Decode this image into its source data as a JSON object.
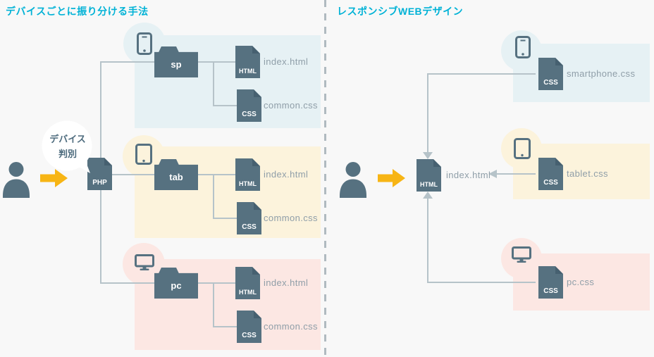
{
  "colors": {
    "title_accent": "#00b2d6",
    "slate": "#567180",
    "bg_blue": "#e6f1f4",
    "bg_cream": "#fcf3dc",
    "bg_pink": "#fce7e3",
    "arrow_yellow": "#f7b515",
    "connector_line": "#b6c3c9",
    "file_label": "#8f9ea8"
  },
  "left": {
    "title": "デバイスごとに振り分ける手法",
    "user_icon": "user-icon",
    "flow_arrow_icon": "arrow-right-icon",
    "bubble": {
      "line1": "デバイス",
      "line2": "判別"
    },
    "router_file": {
      "type": "PHP"
    },
    "groups": [
      {
        "device_icon": "smartphone-icon",
        "folder": "sp",
        "files": [
          {
            "type": "HTML",
            "name": "index.html"
          },
          {
            "type": "CSS",
            "name": "common.css"
          }
        ]
      },
      {
        "device_icon": "tablet-icon",
        "folder": "tab",
        "files": [
          {
            "type": "HTML",
            "name": "index.html"
          },
          {
            "type": "CSS",
            "name": "common.css"
          }
        ]
      },
      {
        "device_icon": "desktop-icon",
        "folder": "pc",
        "files": [
          {
            "type": "HTML",
            "name": "index.html"
          },
          {
            "type": "CSS",
            "name": "common.css"
          }
        ]
      }
    ]
  },
  "right": {
    "title": "レスポンシブWEBデザイン",
    "user_icon": "user-icon",
    "flow_arrow_icon": "arrow-right-icon",
    "html_file": {
      "type": "HTML",
      "name": "index.html"
    },
    "css_files": [
      {
        "device_icon": "smartphone-icon",
        "type": "CSS",
        "name": "smartphone.css"
      },
      {
        "device_icon": "tablet-icon",
        "type": "CSS",
        "name": "tablet.css"
      },
      {
        "device_icon": "desktop-icon",
        "type": "CSS",
        "name": "pc.css"
      }
    ]
  }
}
